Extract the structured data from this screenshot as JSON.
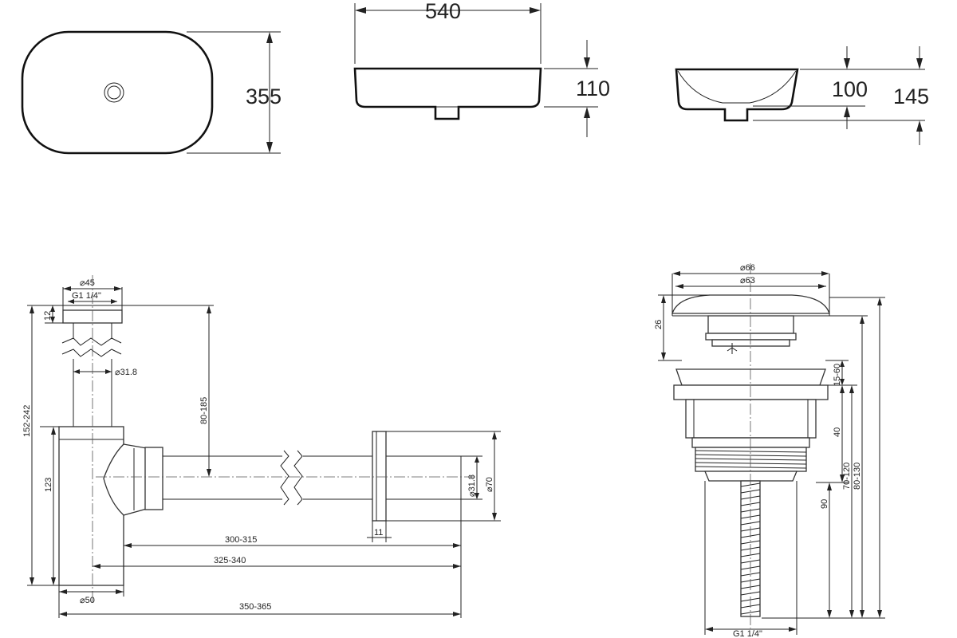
{
  "basin": {
    "length": "540",
    "width": "355",
    "height_front": "110",
    "height_side_inner": "100",
    "height_side_total": "145"
  },
  "siphon": {
    "top_diameter": "⌀45",
    "top_thread": "G1 1/4\"",
    "cap_height": "12",
    "pipe_diameter": "⌀31.8",
    "total_height": "152-242",
    "adjust_height": "80-185",
    "body_height": "123",
    "body_diameter": "⌀50",
    "outlet_diameter": "⌀31.8",
    "flange_diameter": "⌀70",
    "flange_thickness": "11",
    "length_1": "300-315",
    "length_2": "325-340",
    "length_3": "350-365"
  },
  "drain_valve": {
    "cap_diameter_outer": "⌀66",
    "cap_diameter_inner": "⌀63",
    "cap_height": "26",
    "clamp_range": "15-60",
    "body_height": "40",
    "thread_length": "90",
    "range_1": "70-120",
    "range_2": "80-130",
    "bottom_thread": "G1 1/4\""
  }
}
